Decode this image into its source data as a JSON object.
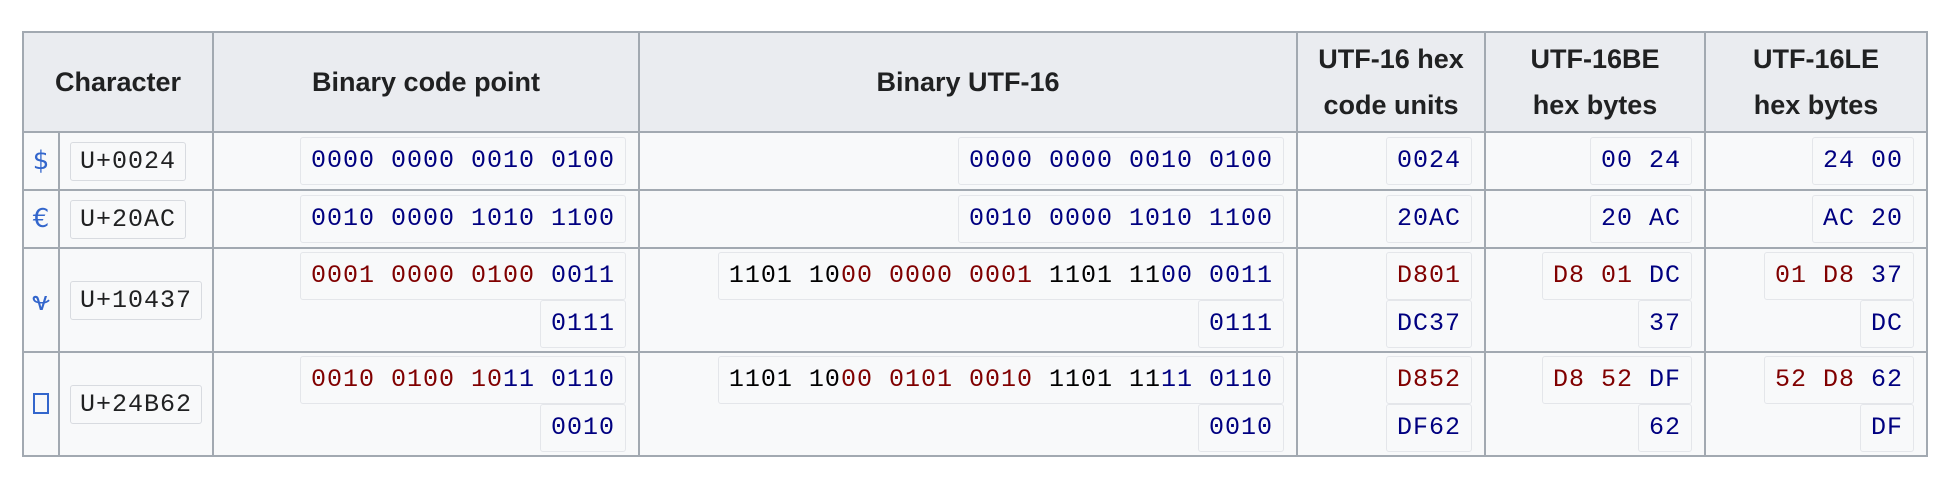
{
  "headers": {
    "character": "Character",
    "binary_code_point": "Binary code point",
    "binary_utf16": "Binary UTF-16",
    "utf16_hex_l1": "UTF-16 hex",
    "utf16_hex_l2": "code units",
    "be_l1": "UTF-16BE",
    "be_l2": "hex bytes",
    "le_l1": "UTF-16LE",
    "le_l2": "hex bytes"
  },
  "rows": [
    {
      "glyph": "$",
      "codepoint": "U+0024",
      "bcp": {
        "blue": "0000 0000 0010 0100"
      },
      "butf": {
        "blue": "0000 0000 0010 0100"
      },
      "hex": {
        "blue": "0024"
      },
      "be": {
        "blue": "00 24"
      },
      "le": {
        "blue": "24 00"
      }
    },
    {
      "glyph": "€",
      "codepoint": "U+20AC",
      "bcp": {
        "blue": "0010 0000 1010 1100"
      },
      "butf": {
        "blue": "0010 0000 1010 1100"
      },
      "hex": {
        "blue": "20AC"
      },
      "be": {
        "blue": "20 AC"
      },
      "le": {
        "blue": "AC 20"
      }
    },
    {
      "glyph": "𐐷",
      "codepoint": "U+10437",
      "bcp": {
        "red": "0001 0000 0100",
        "blue1": " 0011",
        "blue2": "0111"
      },
      "butf": {
        "b1": "1101 10",
        "r": "00 0000 0001",
        "b2": " 1101 11",
        "bl1": "00 0011",
        "bl2": "0111"
      },
      "hex": {
        "red": "D801",
        "blue": "DC37"
      },
      "be": {
        "red": "D8 01",
        "blue1": " DC",
        "blue2": "37"
      },
      "le": {
        "red": "01 D8",
        "blue1": " 37",
        "blue2": "DC"
      }
    },
    {
      "glyph": "",
      "codepoint": "U+24B62",
      "bcp": {
        "red": "0010 0100 10",
        "blue1": "11 0110",
        "blue2": "0010"
      },
      "butf": {
        "b1": "1101 10",
        "r": "00 0101 0010",
        "b2": " 1101 11",
        "bl1": "11 0110",
        "bl2": "0010"
      },
      "hex": {
        "red": "D852",
        "blue": "DF62"
      },
      "be": {
        "red": "D8 52",
        "blue1": " DF",
        "blue2": "62"
      },
      "le": {
        "red": "52 D8",
        "blue1": " 62",
        "blue2": "DF"
      }
    }
  ]
}
